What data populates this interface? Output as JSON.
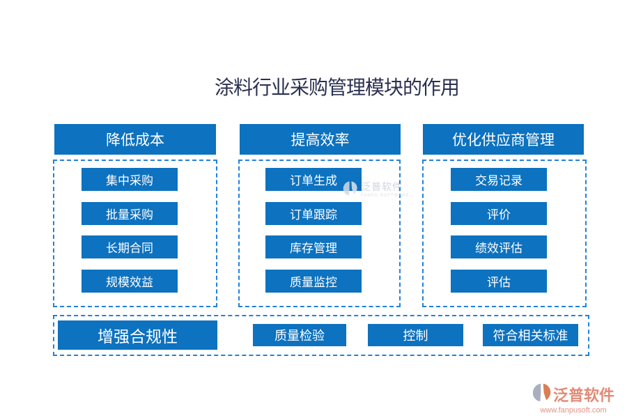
{
  "title": "涂料行业采购管理模块的作用",
  "colors": {
    "node_blue": "#0d72bf",
    "dash_blue": "#2381d9",
    "title_ink": "#2a3150",
    "brand_salmon": "#e18a76",
    "brand_url_color": "#e09384",
    "watermark_gray": "#c9cfda",
    "logo_orange": "#dd7d55",
    "logo_gray": "#a9aec0"
  },
  "columns": [
    {
      "header": "降低成本",
      "items": [
        "集中采购",
        "批量采购",
        "长期合同",
        "规模效益"
      ]
    },
    {
      "header": "提高效率",
      "items": [
        "订单生成",
        "订单跟踪",
        "库存管理",
        "质量监控"
      ]
    },
    {
      "header": "优化供应商管理",
      "items": [
        "交易记录",
        "评价",
        "绩效评估",
        "评估"
      ]
    }
  ],
  "bottom_row": {
    "header": "增强合规性",
    "items": [
      "质量检验",
      "控制",
      "符合相关标准"
    ]
  },
  "watermark": {
    "name": "泛普软件",
    "subtitle": "FANPU SOFTWARE"
  },
  "footer": {
    "brand": "泛普软件",
    "url": "www.fanpusoft.com"
  }
}
